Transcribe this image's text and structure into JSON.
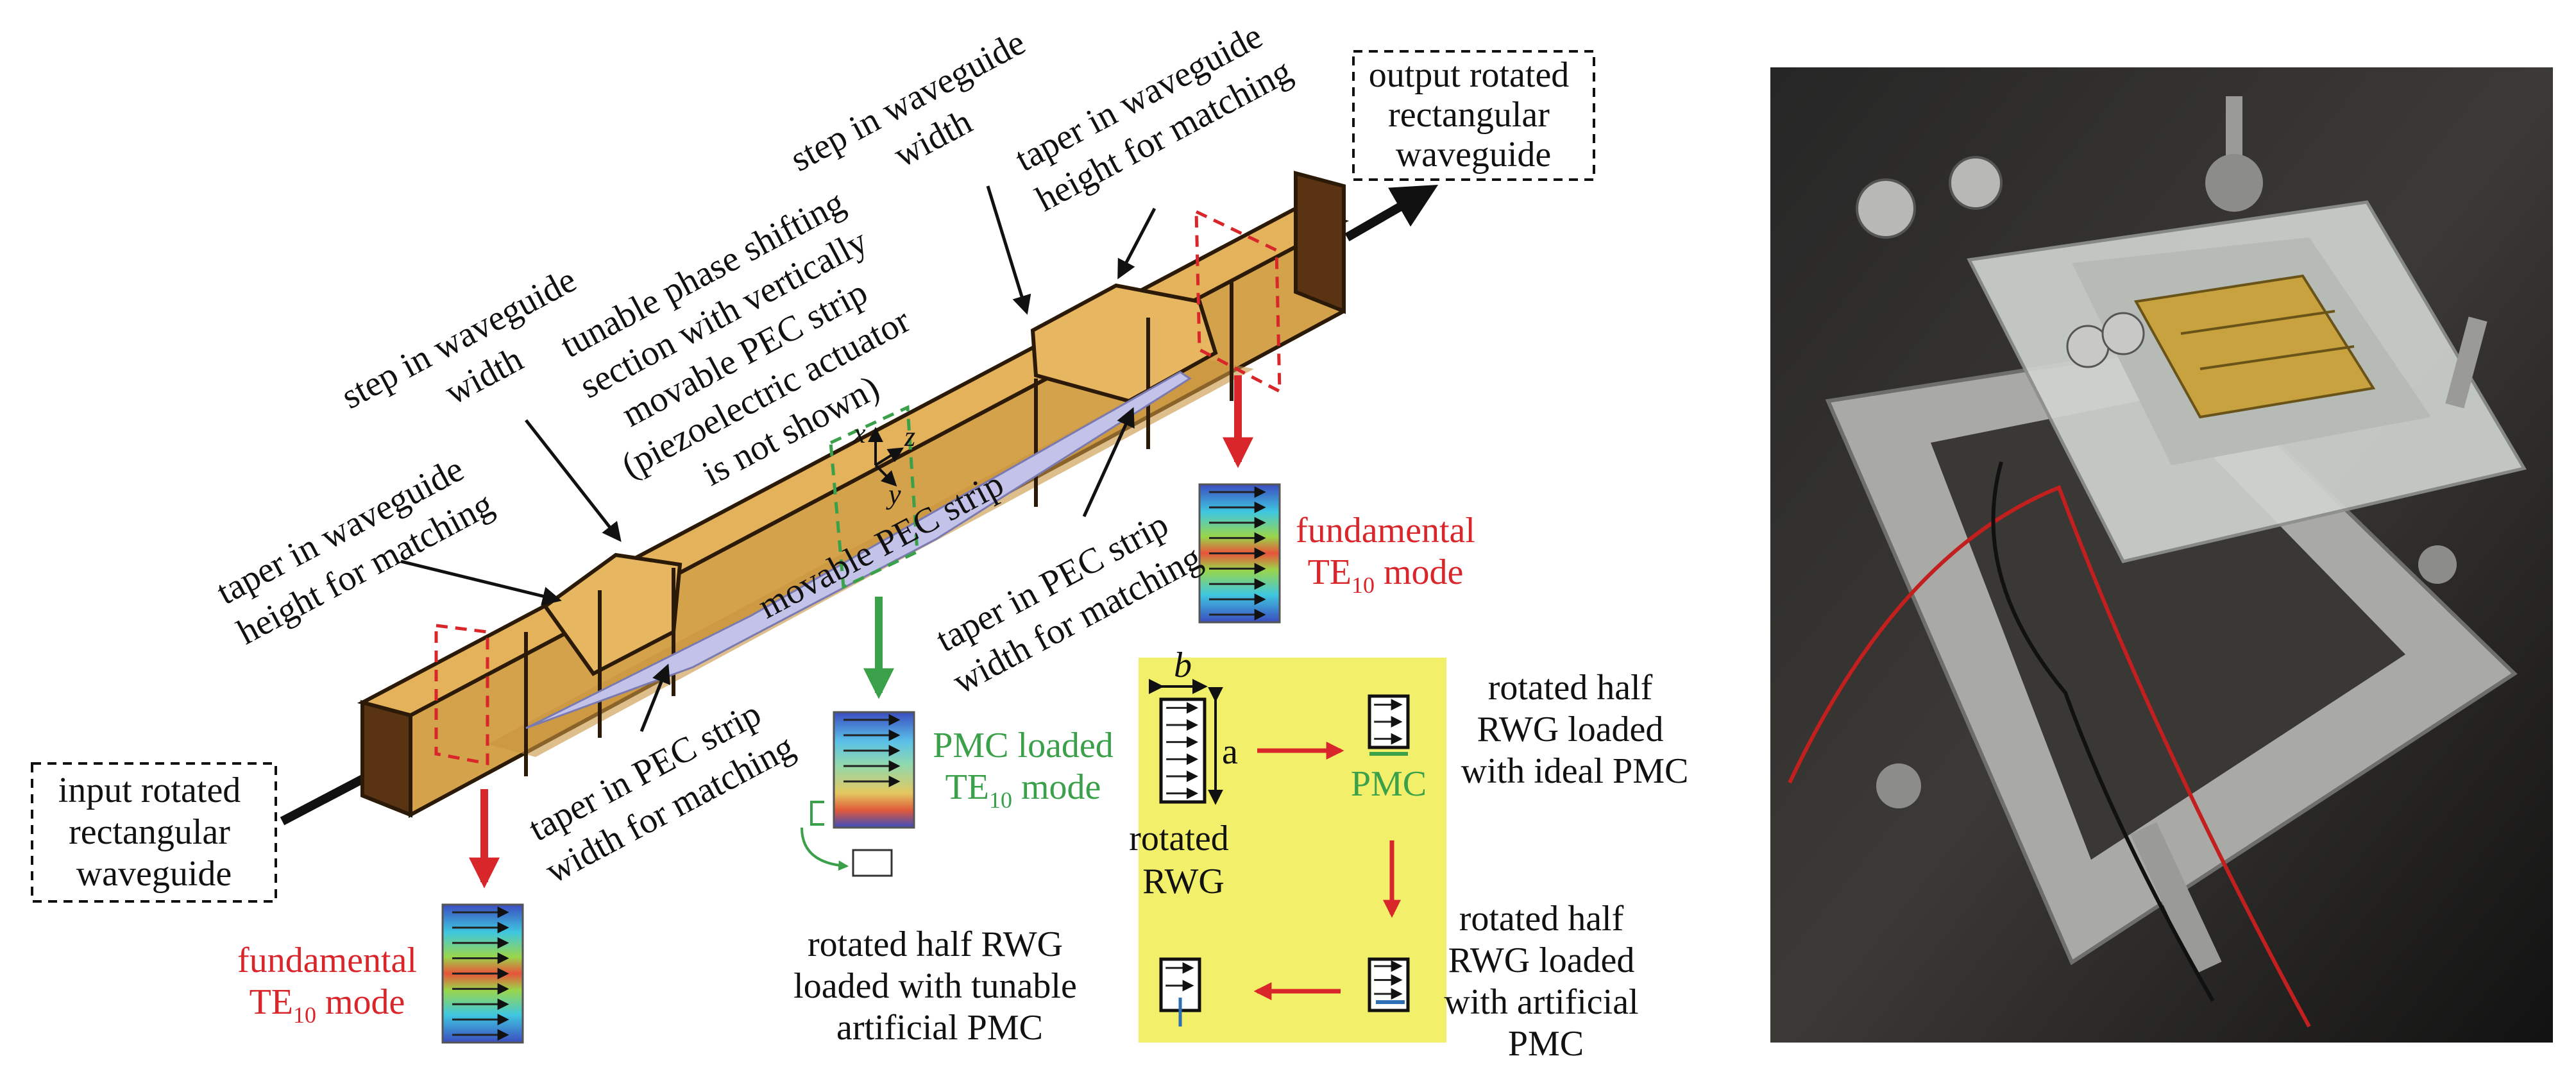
{
  "labels": {
    "input_waveguide": [
      "input rotated",
      "rectangular",
      "waveguide"
    ],
    "output_waveguide": [
      "output rotated",
      "rectangular",
      "waveguide"
    ],
    "taper_height_left": [
      "taper in waveguide",
      "height for matching"
    ],
    "step_width_left": [
      "step in waveguide",
      "width"
    ],
    "tunable_section": [
      "tunable phase shifting",
      "section with vertically",
      "movable PEC strip",
      "(piezoelectric actuator",
      "is not shown)"
    ],
    "step_width_right": [
      "step in waveguide",
      "width"
    ],
    "taper_height_right": [
      "taper in waveguide",
      "height for matching"
    ],
    "taper_pec_left": [
      "taper in PEC strip",
      "width for matching"
    ],
    "taper_pec_right": [
      "taper in PEC strip",
      "width for matching"
    ],
    "movable_strip": "movable PEC strip",
    "axis_x": "x",
    "axis_y": "y",
    "axis_z": "z",
    "fundamental_left": "fundamental",
    "te10_left_main": "TE",
    "te10_left_sub": "10",
    "mode_word_left": " mode",
    "fundamental_right": "fundamental",
    "te10_right_main": "TE",
    "te10_right_sub": "10",
    "mode_word_right": " mode",
    "pmc_loaded": "PMC loaded",
    "pmc_te10_main": "TE",
    "pmc_te10_sub": "10",
    "pmc_mode_word": " mode",
    "rotated_rwg": [
      "rotated",
      "RWG"
    ],
    "dim_b": "b",
    "dim_a": "a",
    "pmc_short": "PMC",
    "half_ideal": [
      "rotated half",
      "RWG loaded",
      "with ideal PMC"
    ],
    "half_artificial": [
      "rotated half",
      "RWG loaded",
      "with artificial",
      "PMC"
    ],
    "half_tunable": [
      "rotated half RWG",
      "loaded with tunable",
      "artificial PMC"
    ]
  },
  "colors": {
    "waveguide_gold": "#d4a24a",
    "waveguide_dark": "#8a5a22",
    "strip_lavender": "#c3c3ea",
    "inset_yellow": "#f2ef6a",
    "arrow_red": "#d9262b",
    "pmc_green": "#3aa04a"
  }
}
